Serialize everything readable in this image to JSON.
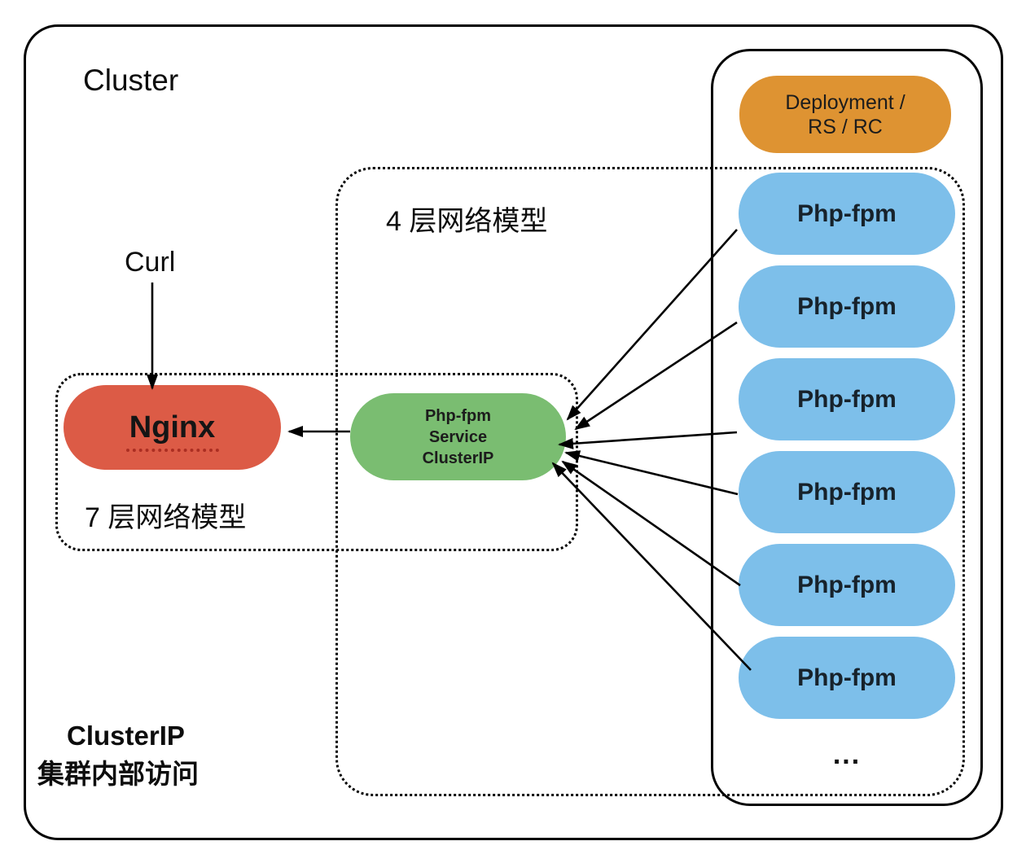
{
  "labels": {
    "cluster": "Cluster",
    "curl": "Curl",
    "four_layer": "4 层网络模型",
    "seven_layer": "7 层网络模型",
    "nginx": "Nginx",
    "ellipsis": "...",
    "caption_title": "ClusterIP",
    "caption_subtitle": "集群内部访问"
  },
  "service": {
    "line1": "Php-fpm",
    "line2": "Service",
    "line3": "ClusterIP"
  },
  "deployment": {
    "line1": "Deployment /",
    "line2": "RS / RC"
  },
  "pods": [
    {
      "label": "Php-fpm"
    },
    {
      "label": "Php-fpm"
    },
    {
      "label": "Php-fpm"
    },
    {
      "label": "Php-fpm"
    },
    {
      "label": "Php-fpm"
    },
    {
      "label": "Php-fpm"
    }
  ],
  "colors": {
    "nginx": "#DC5B46",
    "service": "#7ABD71",
    "pod": "#7DBFEA",
    "deployment": "#DE9332",
    "outline": "#000000",
    "background": "#FFFFFF"
  }
}
